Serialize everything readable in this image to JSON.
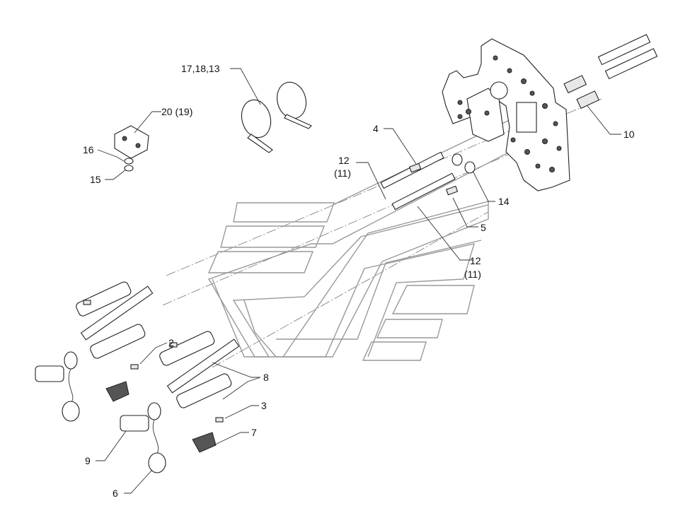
{
  "callouts": {
    "c_17_18_13": "17,18,13",
    "c_20_19": "20 (19)",
    "c_16": "16",
    "c_15": "15",
    "c_4": "4",
    "c_12a": "12",
    "c_11a": "(11)",
    "c_10": "10",
    "c_14": "14",
    "c_5": "5",
    "c_12b": "12",
    "c_11b": "(11)",
    "c_2": "2",
    "c_8": "8",
    "c_3": "3",
    "c_7": "7",
    "c_9": "9",
    "c_6": "6"
  }
}
